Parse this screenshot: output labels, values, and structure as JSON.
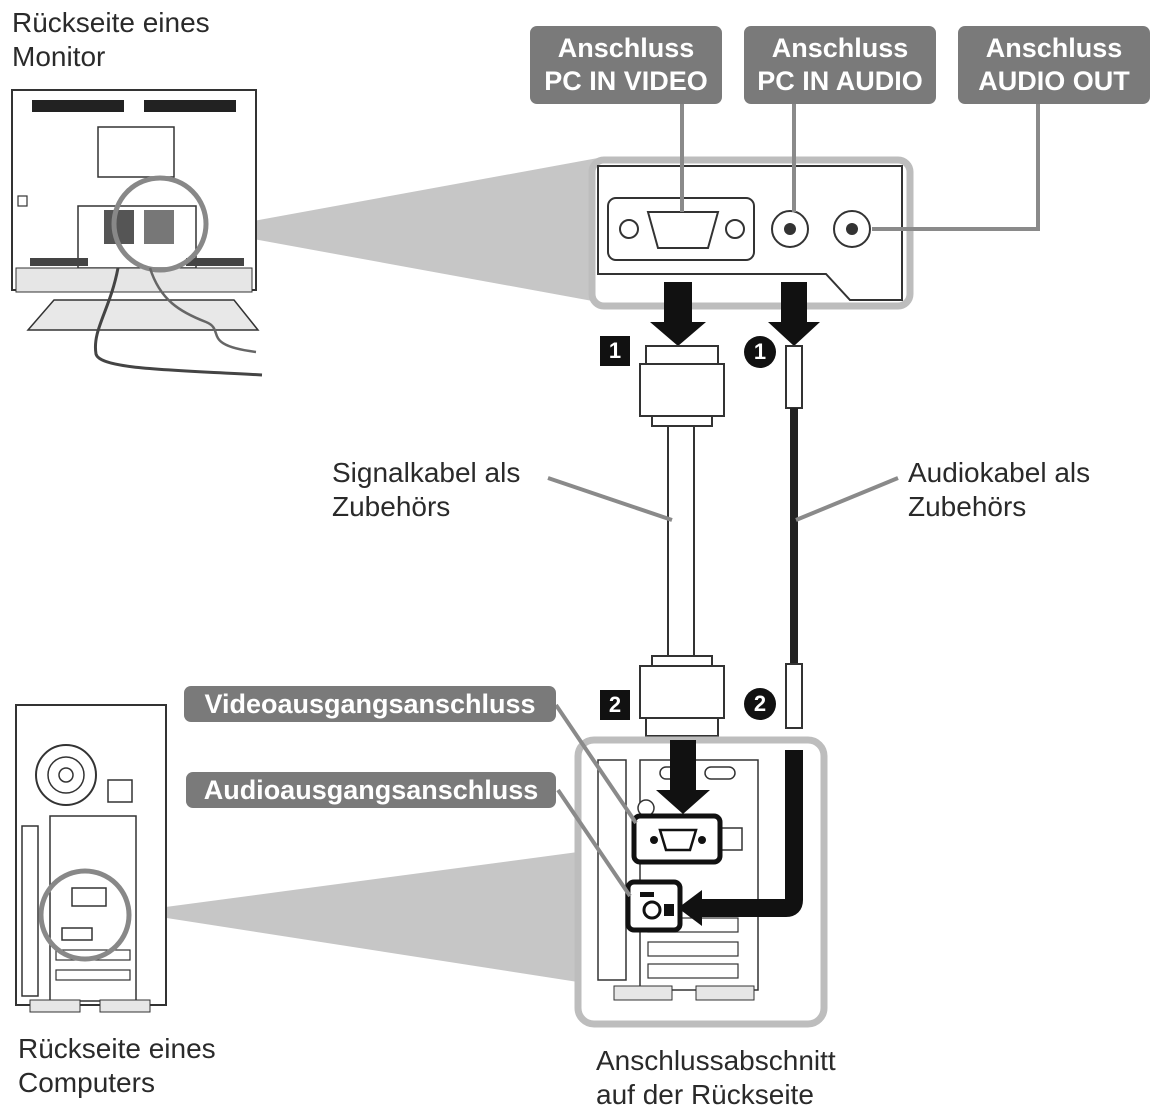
{
  "labels": {
    "monitor_back": [
      "Rückseite eines",
      "Monitor"
    ],
    "computer_back": [
      "Rückseite eines",
      "Computers"
    ],
    "signal_cable": [
      "Signalkabel als",
      "Zubehörs"
    ],
    "audio_cable": [
      "Audiokabel als",
      "Zubehörs"
    ],
    "rear_section": [
      "Anschlussabschnitt",
      "auf der Rückseite"
    ]
  },
  "tags": {
    "pc_in_video": [
      "Anschluss",
      "PC IN VIDEO"
    ],
    "pc_in_audio": [
      "Anschluss",
      "PC IN AUDIO"
    ],
    "audio_out": [
      "Anschluss",
      "AUDIO OUT"
    ],
    "video_output": "Videoausgangsanschluss",
    "audio_output": "Audioausgangsanschluss"
  },
  "markers": {
    "video_step_1": "1",
    "video_step_2": "2",
    "audio_step_1": "1",
    "audio_step_2": "2"
  },
  "colors": {
    "tag_background": "#7a7a7a",
    "callout_zone": "#c6c6c6",
    "marker": "#111111"
  }
}
